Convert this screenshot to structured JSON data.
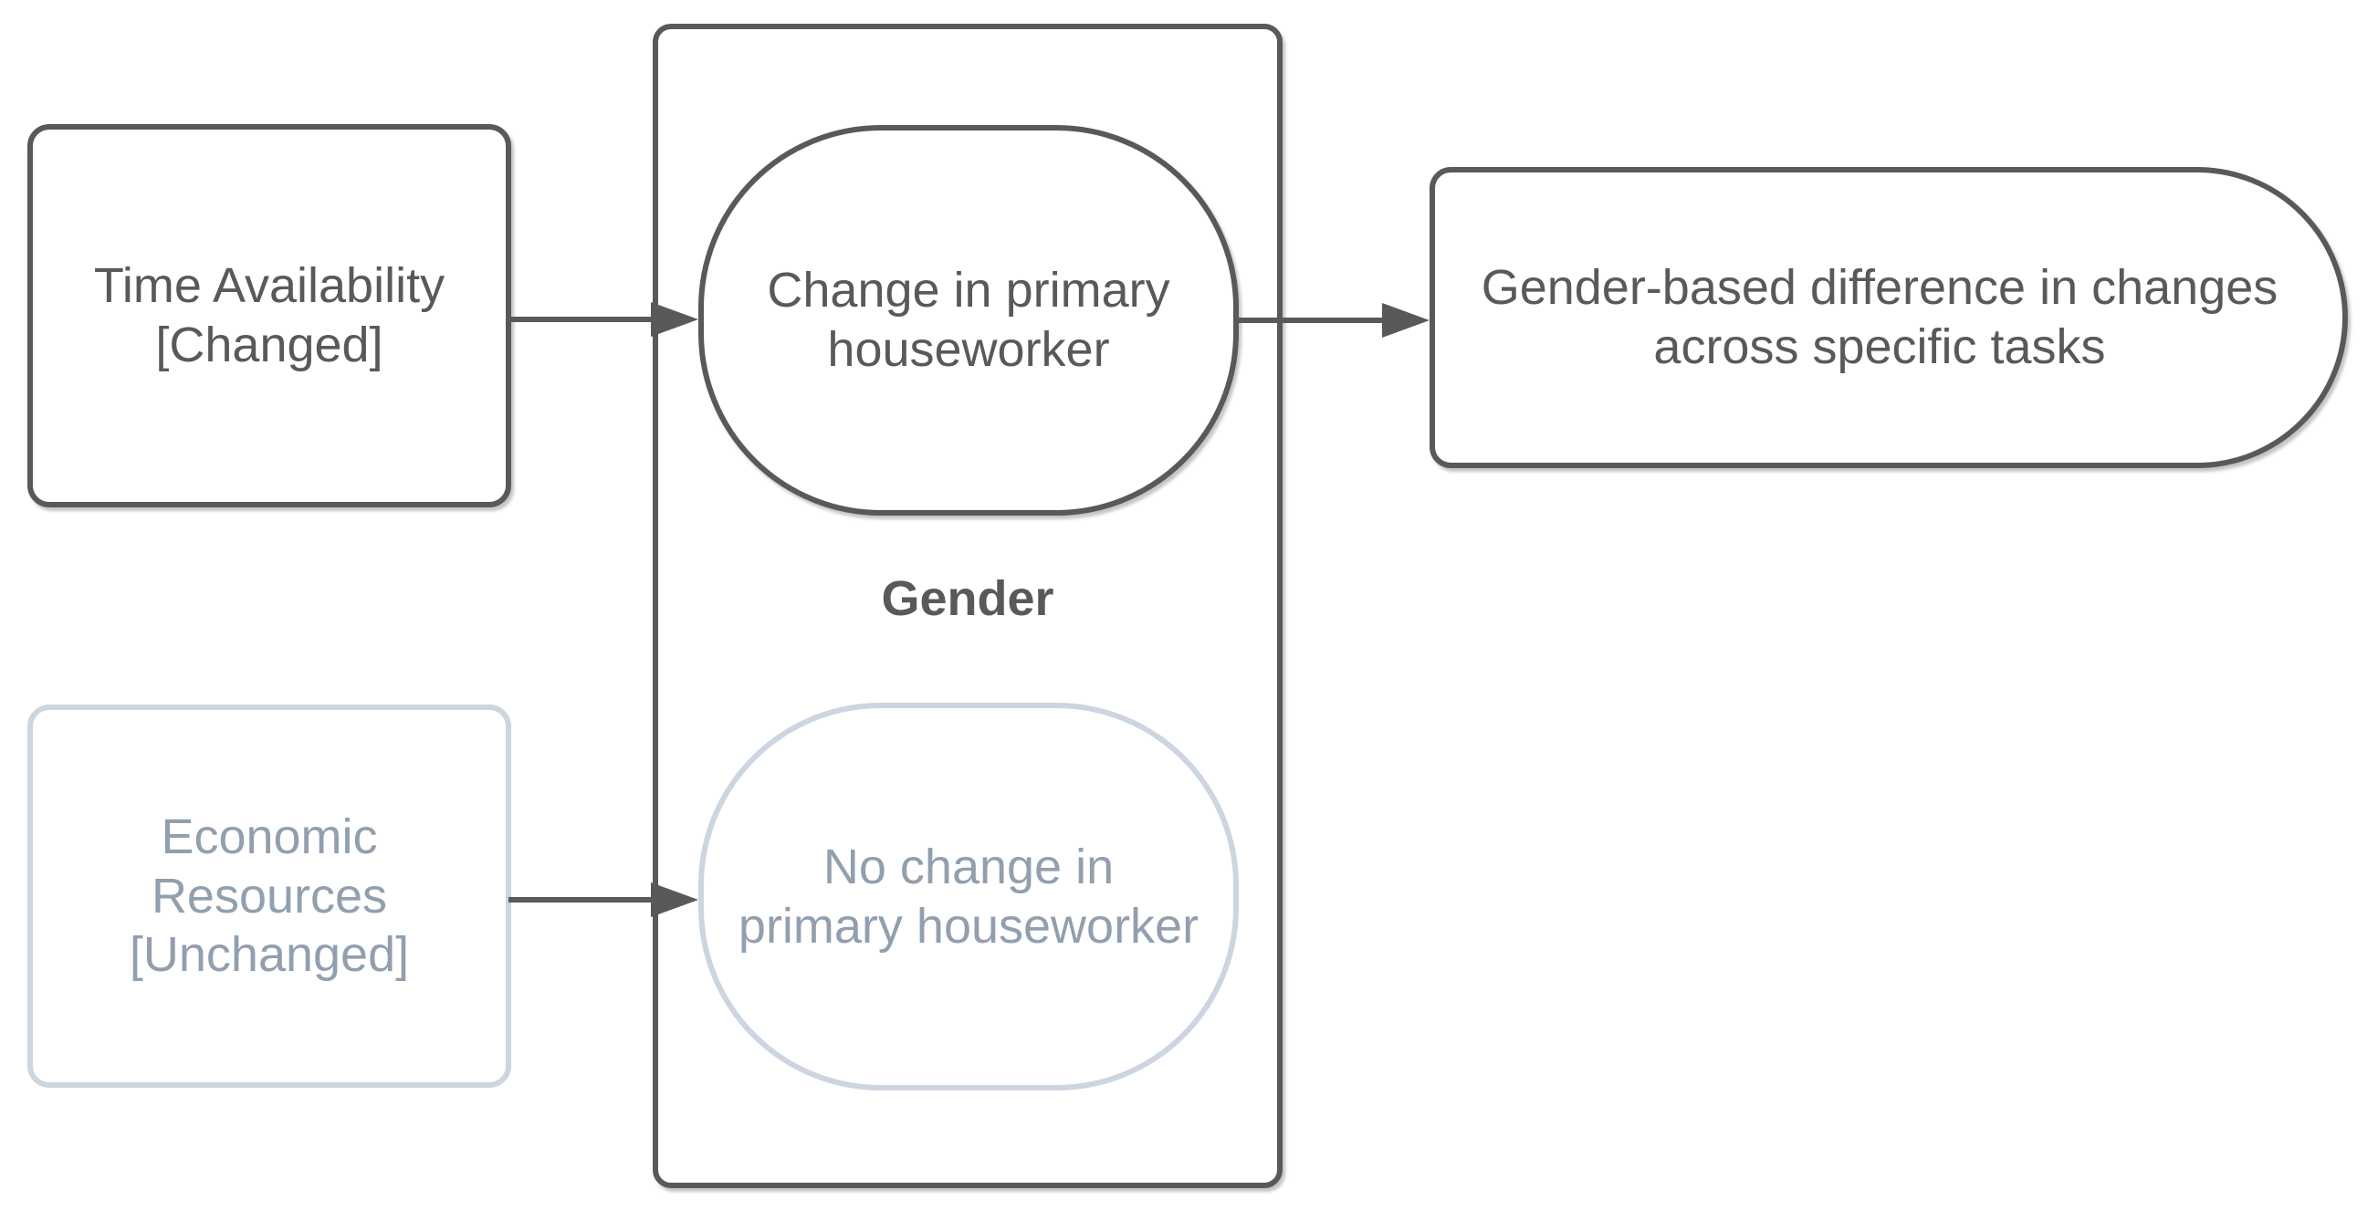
{
  "diagram": {
    "nodes": {
      "time_availability": {
        "label": "Time Availability\n[Changed]",
        "emphasis": "active"
      },
      "economic_resources": {
        "label": "Economic\nResources\n[Unchanged]",
        "emphasis": "muted"
      },
      "change_primary_houseworker": {
        "label": "Change in primary\nhouseworker",
        "emphasis": "active"
      },
      "no_change_primary_houseworker": {
        "label": "No change in\nprimary houseworker",
        "emphasis": "muted"
      },
      "outcome": {
        "label": "Gender-based difference in changes\nacross specific tasks",
        "emphasis": "active"
      }
    },
    "group": {
      "label": "Gender"
    },
    "edges": [
      {
        "from": "time_availability",
        "to": "change_primary_houseworker",
        "style": "solid-arrow"
      },
      {
        "from": "economic_resources",
        "to": "no_change_primary_houseworker",
        "style": "solid-arrow"
      },
      {
        "from": "change_primary_houseworker",
        "to": "outcome",
        "style": "solid-arrow"
      }
    ],
    "colors": {
      "emphasis_stroke": "#595959",
      "emphasis_text": "#595959",
      "muted_stroke": "#ccd5e0",
      "muted_text": "#919fae",
      "canvas_bg": "#ffffff"
    }
  }
}
